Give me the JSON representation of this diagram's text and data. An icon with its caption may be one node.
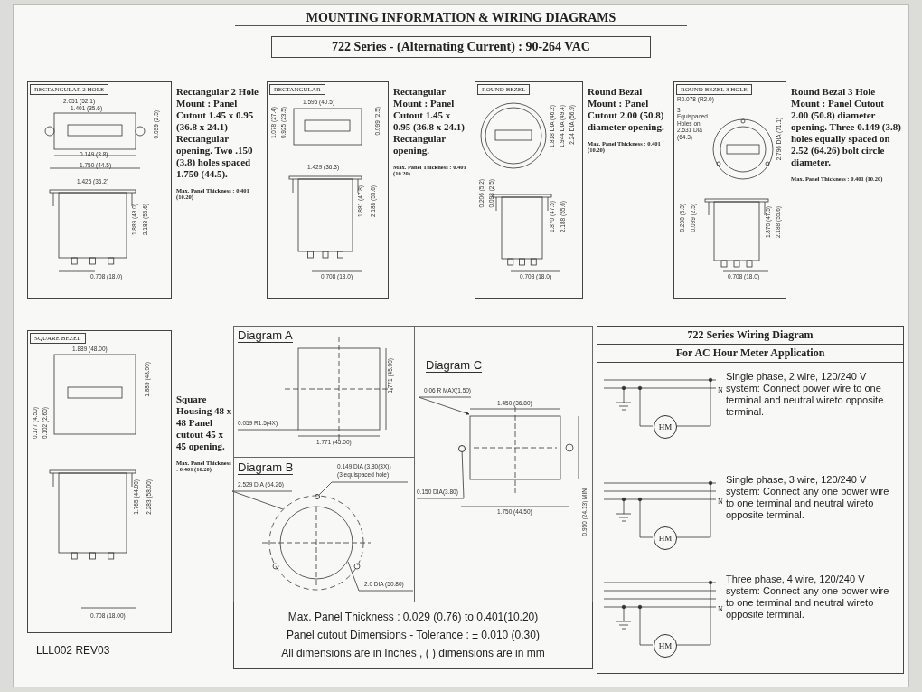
{
  "diagram": {
    "title": "MOUNTING INFORMATION & WIRING DIAGRAMS",
    "nodes": [
      {
        "text": [
          "722 Series - (Alternating Current) : 90-264 VAC"
        ]
      },
      {
        "text": [
          "RECTANGULAR 2 HOLE"
        ],
        "beside": [
          "Rectangular 2 Hole Mount : Panel Cutout 1.45 x 0.95 (36.8 x 24.1) Rectangular opening. Two .150 (3.8) holes spaced 1.750 (44.5).",
          "Max. Panel Thickness : 0.401 (10.20)"
        ]
      },
      {
        "text": [
          "RECTANGULAR"
        ],
        "beside": [
          "Rectangular Mount : Panel Cutout 1.45 x 0.95 (36.8 x 24.1) Rectangular opening.",
          "Max. Panel Thickness : 0.401 (10.20)"
        ]
      },
      {
        "text": [
          "ROUND BEZEL"
        ],
        "beside": [
          "Round Bezal Mount : Panel Cutout 2.00 (50.8) diameter opening.",
          "Max. Panel Thickness : 0.401 (10.20)"
        ]
      },
      {
        "text": [
          "ROUND BEZEL 3 HOLE"
        ],
        "beside": [
          "Round Bezal 3 Hole Mount : Panel Cutout 2.00 (50.8) diameter opening. Three 0.149 (3.8) holes equally spaced on 2.52 (64.26) bolt circle diameter.",
          "Max. Panel Thickness : 0.401 (10.20)"
        ]
      },
      {
        "text": [
          "SQUARE BEZEL"
        ],
        "beside": [
          "Square Housing 48 x 48 Panel cutout 45 x 45 opening.",
          "Max. Panel Thickness : 0.401 (10.20)"
        ]
      },
      {
        "text": [
          "Diagram A"
        ]
      },
      {
        "text": [
          "0.059 R1.5(4X)"
        ],
        "in": 6
      },
      {
        "text": [
          "Diagram B"
        ]
      },
      {
        "text": [
          "0.149 DIA (3.80(3X))",
          "(3 equispaced hole)"
        ],
        "in": 8
      },
      {
        "text": [
          "2.529 DIA (64.26)"
        ],
        "in": 8
      },
      {
        "text": [
          "2.0 DIA (50.80)"
        ],
        "in": 8
      },
      {
        "text": [
          "Diagram C"
        ]
      },
      {
        "text": [
          "0.06 R MAX(1.50)"
        ],
        "in": 12
      },
      {
        "text": [
          "0.150 DIA(3.80)"
        ],
        "in": 12
      },
      {
        "text": [
          "722 Series Wiring Diagram",
          "For AC Hour Meter Application"
        ]
      },
      {
        "text": [
          "HM"
        ],
        "in": 15
      },
      {
        "text": [
          "HM"
        ],
        "in": 15
      },
      {
        "text": [
          "HM"
        ],
        "in": 15
      },
      {
        "text": [
          "Max. Panel Thickness : 0.029 (0.76) to 0.401(10.20)",
          "Panel cutout Dimensions - Tolerance : ± 0.010 (0.30)",
          "All dimensions are in Inches , ( ) dimensions are in mm"
        ]
      },
      {
        "text": [],
        "shape": "circle",
        "in": 8
      },
      {
        "text": [],
        "shape": "circle",
        "in": 12
      }
    ],
    "edges": [
      {
        "from": 7,
        "to": null,
        "arrow": "none"
      },
      {
        "from": 9,
        "to": 20,
        "arrow": "none"
      },
      {
        "from": 10,
        "to": null,
        "arrow": "none"
      },
      {
        "from": 11,
        "to": null,
        "arrow": "none"
      },
      {
        "from": 13,
        "to": null,
        "arrow": "to"
      },
      {
        "from": 14,
        "to": 21,
        "arrow": "none"
      }
    ],
    "labels": [
      "2.051 (52.1)",
      "1.401 (35.6)",
      "0.149 (3.8)",
      "1.750 (44.5)",
      "0.099 (2.5)",
      "1.425 (36.2)",
      "1.889 (48.0)",
      "2.188 (55.6)",
      "0.708 (18.0)",
      "1.595 (40.5)",
      "1.078 (27.4)",
      "0.925 (23.5)",
      "0.099 (2.5)",
      "1.429 (36.3)",
      "1.881 (47.8)",
      "2.188 (55.6)",
      "0.708 (18.0)",
      "1.818 DIA (46.2)",
      "1.944 DIA (49.4)",
      "2.24 DIA (56.9)",
      "0.206 (5.2)",
      "0.098 (2.5)",
      "1.870 (47.5)",
      "2.188 (55.6)",
      "0.708 (18.0)",
      "R0.078 (R2.0)",
      "3 Equispaced Holes on 2.531 Dia (64.3)",
      "2.796 DIA (71.1)",
      "0.208 (5.3)",
      "0.099 (2.5)",
      "1.870 (47.5)",
      "2.188 (55.6)",
      "0.708 (18.0)",
      "1.889 (48.00)",
      "1.889 (48.00)",
      "0.177 (4.50)",
      "0.102 (2.60)",
      "1.765 (44.80)",
      "2.283 (58.00)",
      "0.708 (18.00)",
      "1.771 (45.00)",
      "1.771 (45.00)",
      "1.450 (36.80)",
      "1.750 (44.50)",
      "0.950 (24.13) MIN",
      "N",
      "N",
      "N",
      "LLL002 REV03",
      "Single phase, 2 wire, 120/240 V system: Connect power wire to one terminal and neutral wireto opposite terminal.",
      "Single phase, 3 wire, 120/240 V system: Connect any one power wire to one terminal and neutral wireto opposite terminal.",
      "Three phase, 4 wire, 120/240 V system: Connect any one power wire to one terminal and neutral wireto opposite terminal."
    ]
  }
}
